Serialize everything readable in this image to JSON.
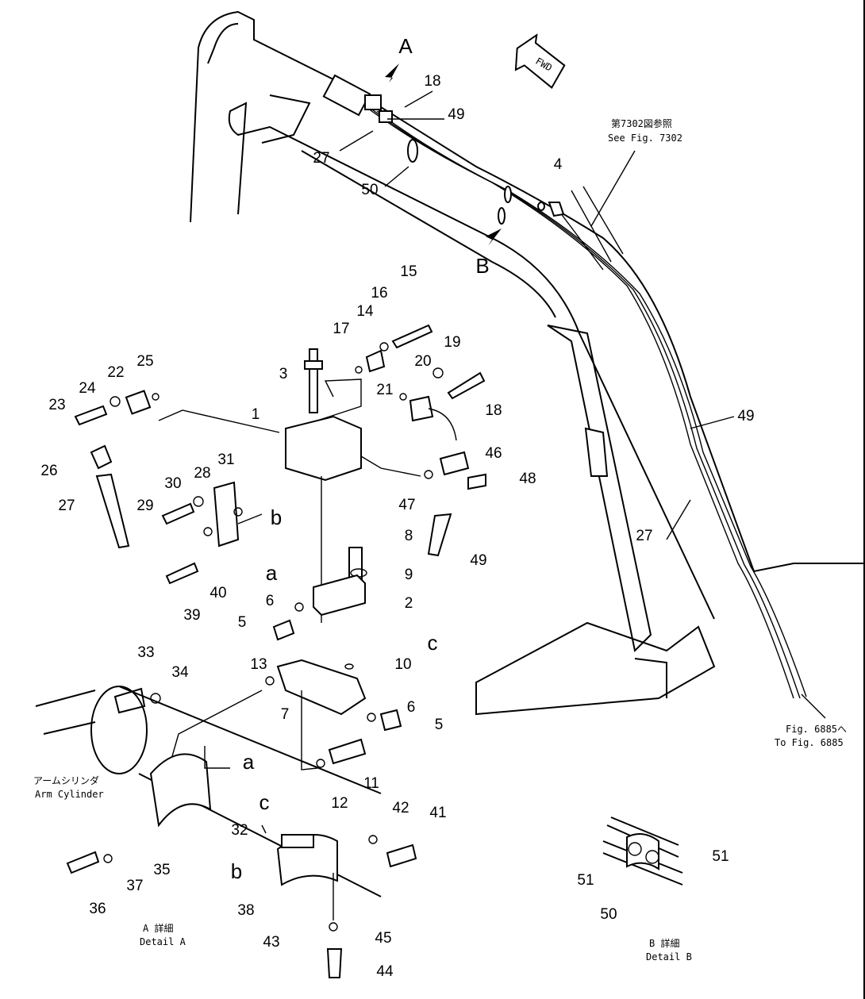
{
  "diagram": {
    "callouts": [
      "A",
      "18",
      "49",
      "27",
      "50",
      "4",
      "B",
      "15",
      "16",
      "14",
      "17",
      "3",
      "19",
      "20",
      "21",
      "18",
      "1",
      "25",
      "22",
      "24",
      "23",
      "26",
      "31",
      "28",
      "30",
      "29",
      "27",
      "46",
      "48",
      "47",
      "8",
      "9",
      "49",
      "b",
      "a",
      "2",
      "6",
      "5",
      "39",
      "40",
      "c",
      "10",
      "13",
      "7",
      "6",
      "5",
      "33",
      "34",
      "a",
      "11",
      "12",
      "c",
      "42",
      "41",
      "32",
      "35",
      "36",
      "37",
      "b",
      "38",
      "43",
      "45",
      "44",
      "51",
      "51",
      "50",
      "49",
      "27"
    ],
    "fwd_label": "FWD",
    "notes": {
      "see_fig_jp": "第7302図参照",
      "see_fig_en": "See Fig. 7302",
      "to_fig_jp": "Fig. 6885へ",
      "to_fig_en": "To Fig. 6885",
      "arm_cylinder_jp": "アームシリンダ",
      "arm_cylinder_en": "Arm Cylinder",
      "detail_a_jp": "A 詳細",
      "detail_a_en": "Detail A",
      "detail_b_jp": "B 詳細",
      "detail_b_en": "Detail B"
    }
  }
}
